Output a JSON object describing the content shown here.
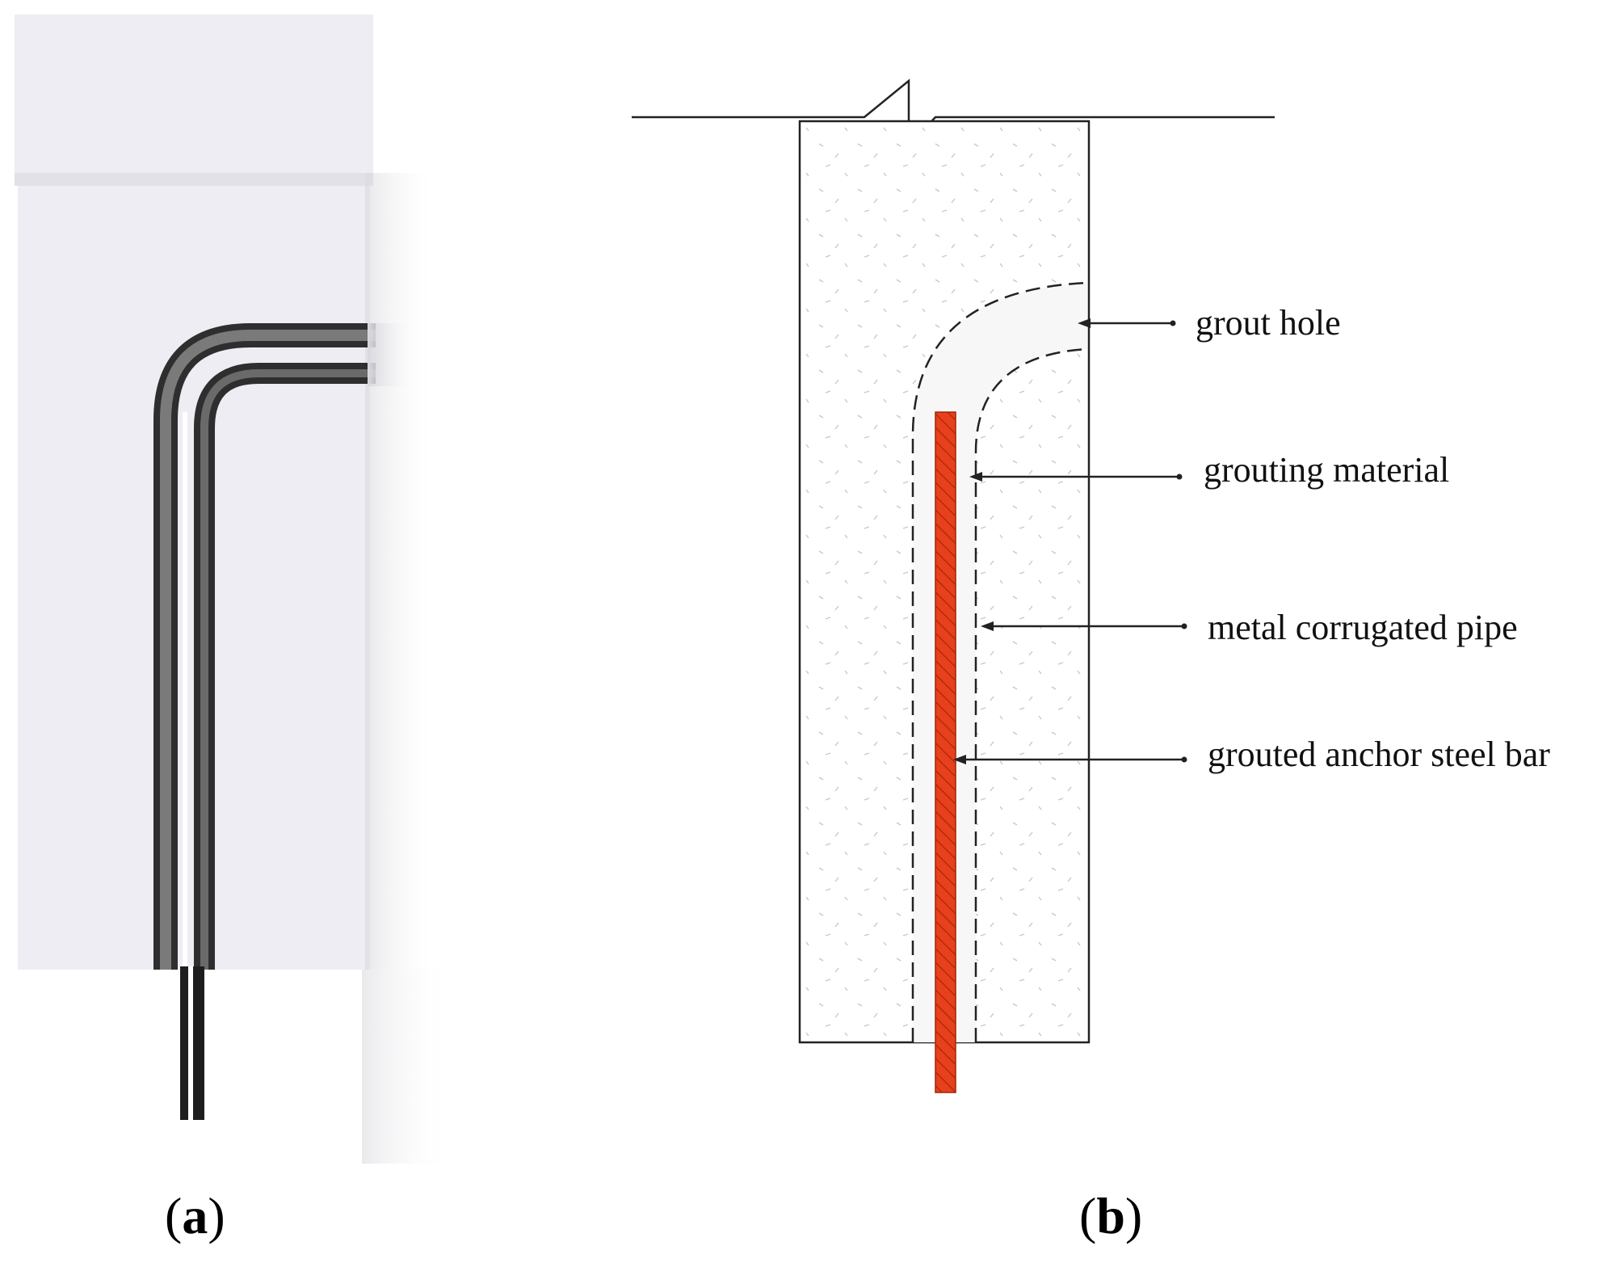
{
  "panels": {
    "a": {
      "open": "(",
      "letter": "a",
      "close": ")"
    },
    "b": {
      "open": "(",
      "letter": "b",
      "close": ")"
    }
  },
  "callouts": {
    "grout_hole": "grout hole",
    "grouting_material": "grouting material",
    "metal_corrugated_pipe": "metal corrugated pipe",
    "grouted_anchor_steel_bar": "grouted anchor steel bar"
  },
  "colors": {
    "steel_bar": "#e8401c",
    "steel_bar_hatch": "#b32a0f",
    "concrete_render": "#eeedf3",
    "pipe_dark": "#3a3a3a",
    "line": "#222222"
  }
}
